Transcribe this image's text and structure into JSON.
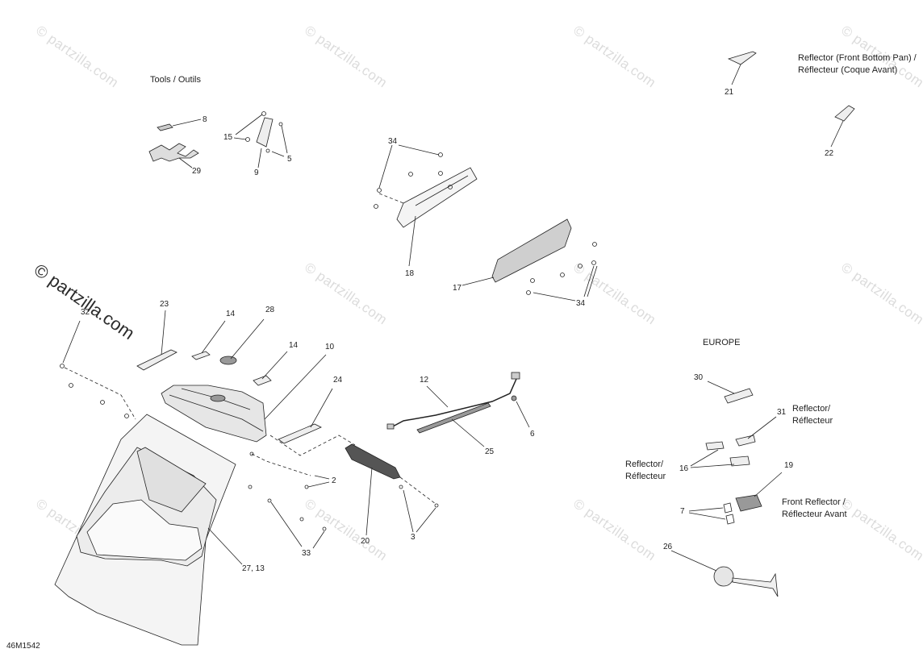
{
  "watermark": "© partzilla.com",
  "section_titles": {
    "tools": "Tools / Outils",
    "reflector_front_bottom_1": "Reflector (Front Bottom Pan) /",
    "reflector_front_bottom_2": "Réflecteur (Coque Avant)",
    "europe": "EUROPE",
    "reflector_a_1": "Reflector/",
    "reflector_a_2": "Réflecteur",
    "reflector_b_1": "Reflector/",
    "reflector_b_2": "Réflecteur",
    "front_reflector_1": "Front Reflector /",
    "front_reflector_2": "Réflecteur Avant"
  },
  "callouts": [
    "8",
    "15",
    "5",
    "29",
    "9",
    "34",
    "18",
    "17",
    "34",
    "21",
    "22",
    "23",
    "32",
    "14",
    "28",
    "14",
    "10",
    "24",
    "12",
    "6",
    "25",
    "2",
    "3",
    "33",
    "20",
    "27, 13",
    "30",
    "31",
    "16",
    "19",
    "7",
    "26"
  ],
  "diagram_code": "46M1542"
}
